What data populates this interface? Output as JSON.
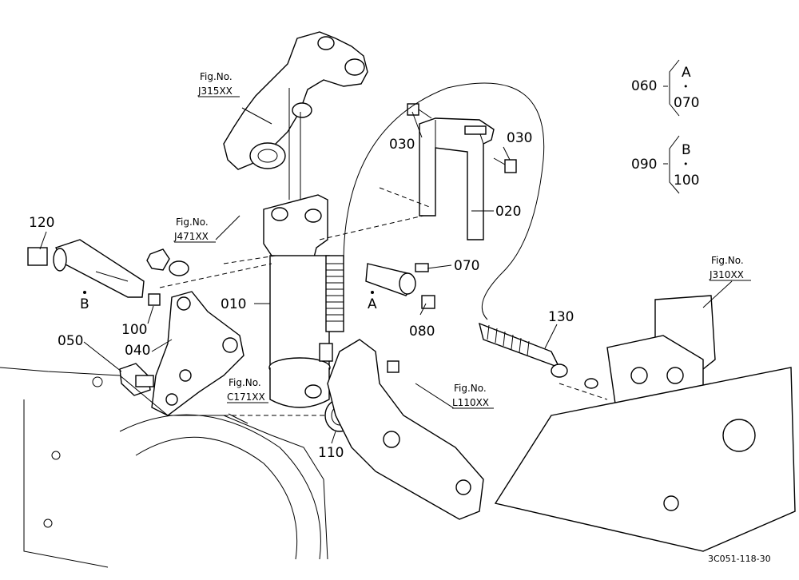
{
  "diagram": {
    "part_labels": {
      "p010": "010",
      "p020": "020",
      "p030a": "030",
      "p030b": "030",
      "p040": "040",
      "p050": "050",
      "p060": "060",
      "p070": "070",
      "p080": "080",
      "p090": "090",
      "p100": "100",
      "p110": "110",
      "p120": "120",
      "p130": "130"
    },
    "markers": {
      "a": "A",
      "b": "B"
    },
    "references": {
      "j315": {
        "title": "Fig.No.",
        "code": "J315XX"
      },
      "j471": {
        "title": "Fig.No.",
        "code": "J471XX"
      },
      "j310": {
        "title": "Fig.No.",
        "code": "J310XX"
      },
      "c171": {
        "title": "Fig.No.",
        "code": "C171XX"
      },
      "l110": {
        "title": "Fig.No.",
        "code": "L110XX"
      }
    },
    "legend": {
      "g1": {
        "label": "060",
        "top": "A",
        "dot": "•",
        "bottom": "070"
      },
      "g2": {
        "label": "090",
        "top": "B",
        "dot": "•",
        "bottom": "100"
      }
    },
    "drawing_code": "3C051-118-30"
  }
}
